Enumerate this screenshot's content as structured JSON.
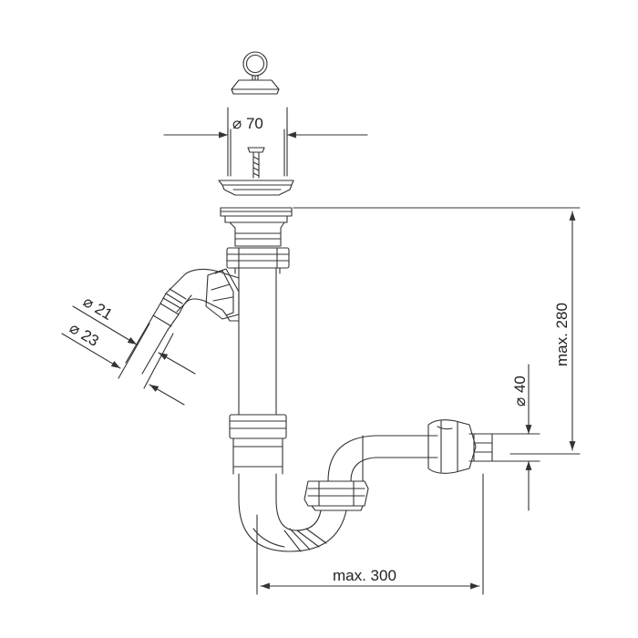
{
  "diagram": {
    "dimensions": {
      "strainer_diameter": "⌀ 70",
      "hose_inner_diameter": "⌀ 21",
      "hose_outer_diameter": "⌀ 23",
      "height": "max. 280",
      "outlet_diameter": "⌀ 40",
      "length": "max. 300"
    }
  },
  "colors": {
    "line": "#333333",
    "background": "#ffffff"
  }
}
